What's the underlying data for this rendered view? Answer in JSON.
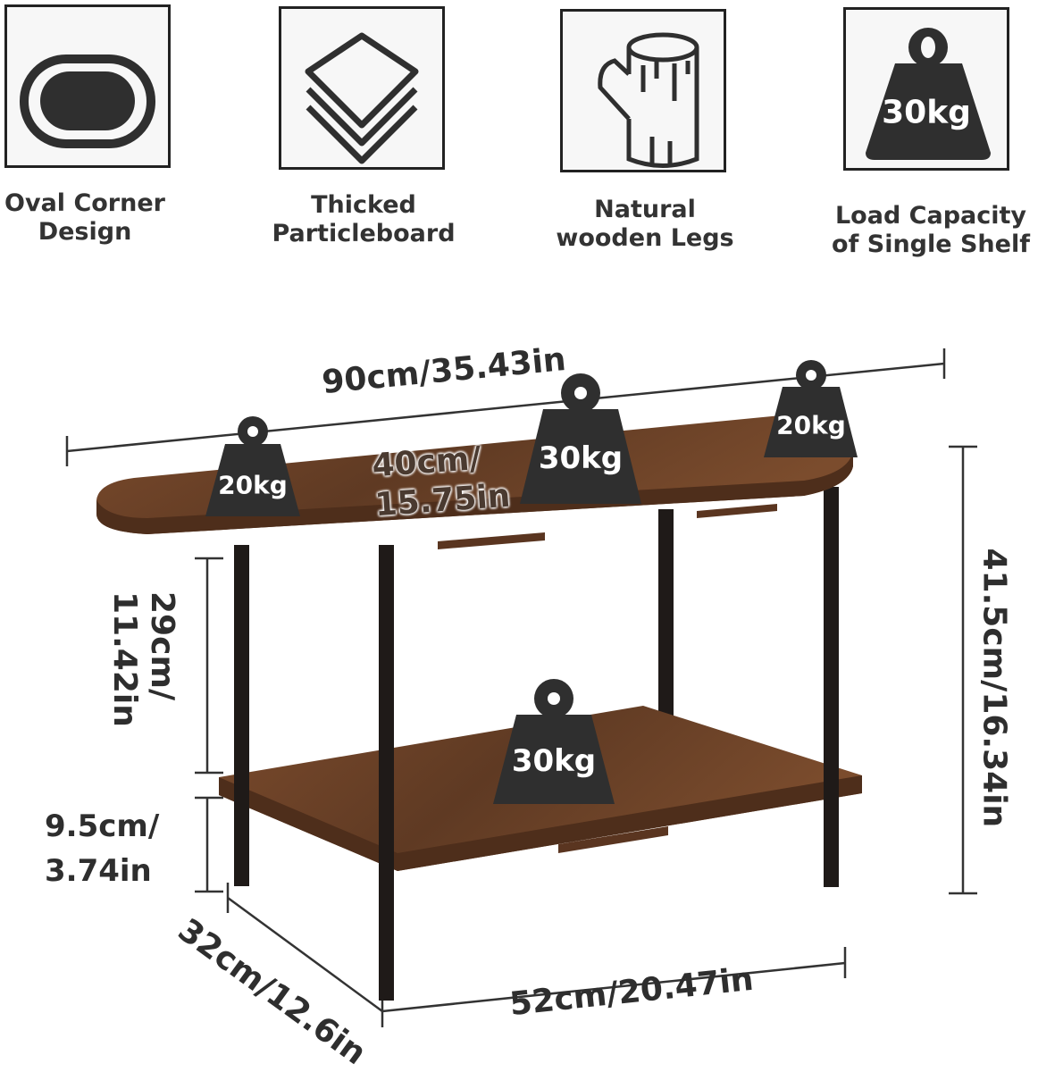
{
  "features": [
    {
      "icon": "oval-icon",
      "label_lines": [
        "Oval Corner",
        "Design"
      ]
    },
    {
      "icon": "layers-icon",
      "label_lines": [
        "Thicked",
        "Particleboard"
      ]
    },
    {
      "icon": "log-icon",
      "label_lines": [
        "Natural",
        "wooden Legs"
      ]
    },
    {
      "icon": "weight-icon",
      "icon_text": "30kg",
      "label_lines": [
        "Load Capacity",
        "of Single Shelf"
      ]
    }
  ],
  "dimensions": {
    "length": "90cm/35.43in",
    "width_lines": [
      "40cm/",
      "15.75in"
    ],
    "height": "41.5cm/16.34in",
    "shelf_gap_lines": [
      "29cm/",
      "11.42in"
    ],
    "clearance_lines": [
      "9.5cm/",
      "3.74in"
    ],
    "shelf_length": "52cm/20.47in",
    "shelf_depth": "32cm/12.6in"
  },
  "loads": {
    "top_left": "20kg",
    "top_center": "30kg",
    "top_right": "20kg",
    "bottom_shelf": "30kg"
  },
  "colors": {
    "wood": "#6e4328",
    "wood_dark": "#4e2e1b",
    "metal": "#1f1a18",
    "weight": "#2f2f2f"
  }
}
